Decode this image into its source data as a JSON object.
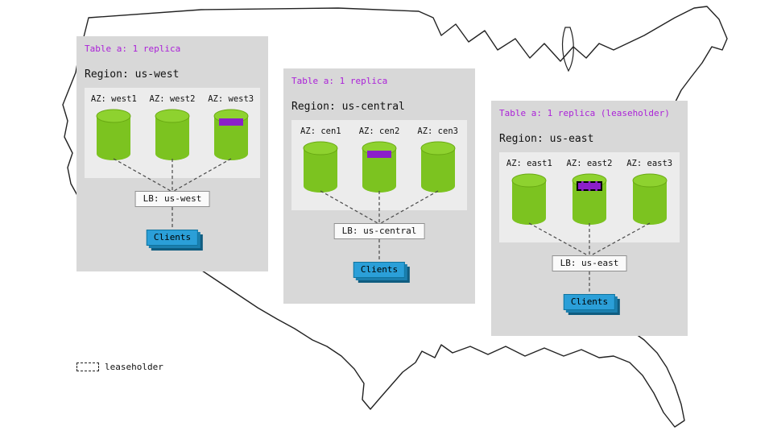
{
  "legend": {
    "label": "leaseholder",
    "swatch": "dashed-rect-icon"
  },
  "colors": {
    "table_title_text": "#ab22d8",
    "replica_band": "#8b1fc9",
    "cylinder_green": "#7cc320",
    "clients_blue": "#2b9fd8",
    "card_gray": "#d8d8d8",
    "az_panel_gray": "#ececec"
  },
  "regions": [
    {
      "id": "us-west",
      "table_label": "Table a: 1 replica",
      "region_label": "Region: us-west",
      "azs": [
        {
          "label": "AZ: west1"
        },
        {
          "label": "AZ: west2"
        },
        {
          "label": "AZ: west3"
        }
      ],
      "replica_az_index": 2,
      "leaseholder": false,
      "lb_label": "LB: us-west",
      "clients_label": "Clients"
    },
    {
      "id": "us-central",
      "table_label": "Table a: 1 replica",
      "region_label": "Region: us-central",
      "azs": [
        {
          "label": "AZ: cen1"
        },
        {
          "label": "AZ: cen2"
        },
        {
          "label": "AZ: cen3"
        }
      ],
      "replica_az_index": 1,
      "leaseholder": false,
      "lb_label": "LB: us-central",
      "clients_label": "Clients"
    },
    {
      "id": "us-east",
      "table_label": "Table a: 1 replica (leaseholder)",
      "region_label": "Region: us-east",
      "azs": [
        {
          "label": "AZ: east1"
        },
        {
          "label": "AZ: east2"
        },
        {
          "label": "AZ: east3"
        }
      ],
      "replica_az_index": 1,
      "leaseholder": true,
      "lb_label": "LB: us-east",
      "clients_label": "Clients"
    }
  ]
}
